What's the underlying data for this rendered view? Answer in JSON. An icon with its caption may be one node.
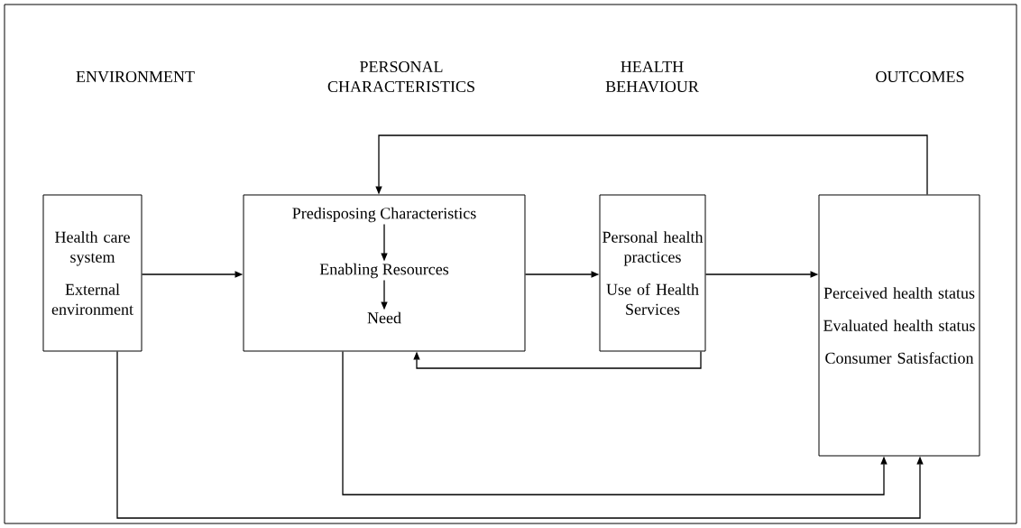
{
  "diagram": {
    "nodes": [
      {
        "text": [
          "Health care system",
          "External environment"
        ]
      },
      {
        "text": [],
        "shape": "box"
      },
      {
        "text": [
          "Predisposing Characteristics"
        ],
        "in": 1
      },
      {
        "text": [
          "Enabling Resources"
        ],
        "in": 1
      },
      {
        "text": [
          "Need"
        ],
        "in": 1
      },
      {
        "text": [
          "Personal health practices",
          "Use of Health Services"
        ]
      },
      {
        "text": [
          "Perceived health status",
          "Evaluated health status",
          "Consumer Satisfaction"
        ]
      }
    ],
    "edges": [
      {
        "from": 2,
        "to": 3,
        "arrow": "to"
      },
      {
        "from": 3,
        "to": 4,
        "arrow": "to"
      },
      {
        "from": 0,
        "to": 1,
        "arrow": "to"
      },
      {
        "from": 1,
        "to": 5,
        "arrow": "to"
      },
      {
        "from": 5,
        "to": 6,
        "arrow": "to"
      },
      {
        "from": 6,
        "to": 1,
        "arrow": "to"
      },
      {
        "from": 5,
        "to": 1,
        "arrow": "to"
      },
      {
        "from": 1,
        "to": 6,
        "arrow": "to"
      },
      {
        "from": 0,
        "to": 6,
        "arrow": "to"
      }
    ],
    "labels": [
      "ENVIRONMENT",
      "PERSONAL CHARACTERISTICS",
      "HEALTH BEHAVIOUR",
      "OUTCOMES"
    ]
  }
}
